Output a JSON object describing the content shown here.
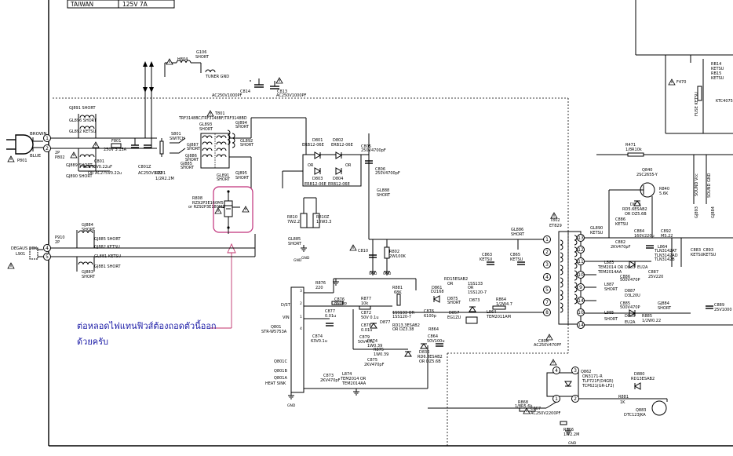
{
  "title_table": {
    "cells": [
      "TAIWAN",
      "125V 7A"
    ]
  },
  "components": [
    {
      "id": "brown",
      "text": "BROWN"
    },
    {
      "id": "blue",
      "text": "BLUE"
    },
    {
      "id": "p801",
      "text": "P801"
    },
    {
      "id": "p802",
      "text": "P802"
    },
    {
      "id": "p802_sub",
      "text": "2P"
    },
    {
      "id": "gj891",
      "text": "GJ891 SHORT"
    },
    {
      "id": "gl896",
      "text": "GL896 SHORT"
    },
    {
      "id": "gl892",
      "text": "GL892 KETSU"
    },
    {
      "id": "gj889",
      "text": "GJ889 SHORT"
    },
    {
      "id": "gj890",
      "text": "GJ890 SHORT"
    },
    {
      "id": "f801",
      "text": "F801"
    },
    {
      "id": "f801_val",
      "text": "250V 3.15A"
    },
    {
      "id": "c801",
      "text": "C801"
    },
    {
      "id": "c801_val",
      "text": "AC275V0.22uF"
    },
    {
      "id": "c801_or",
      "text": "OR AC275V0.22u"
    },
    {
      "id": "c801z",
      "text": "C801Z"
    },
    {
      "id": "c801z_val",
      "text": "AC250V0.22"
    },
    {
      "id": "r801",
      "text": "R801"
    },
    {
      "id": "r801_val",
      "text": "1/2R2.2M"
    },
    {
      "id": "h804",
      "text": "H804"
    },
    {
      "id": "g106",
      "text": "G106"
    },
    {
      "id": "g106_short",
      "text": "SHORT"
    },
    {
      "id": "tuner_gnd",
      "text": "TUNER GND"
    },
    {
      "id": "c814",
      "text": "C814"
    },
    {
      "id": "c814_val",
      "text": "AC250V1000PF"
    },
    {
      "id": "c813",
      "text": "C813"
    },
    {
      "id": "c813_val",
      "text": "AC250V1000PF"
    },
    {
      "id": "t801",
      "text": "T801"
    },
    {
      "id": "t801_val",
      "text": "TRF3148BC/TRF3148BF/TRF3148BD"
    },
    {
      "id": "gl893",
      "text": "GL893"
    },
    {
      "id": "gl893_short",
      "text": "SHORT"
    },
    {
      "id": "s801",
      "text": "S801"
    },
    {
      "id": "s801_sw",
      "text": "SWITCH"
    },
    {
      "id": "gj887",
      "text": "GJ887"
    },
    {
      "id": "gj887_short",
      "text": "SHORT"
    },
    {
      "id": "gj886",
      "text": "GJ886"
    },
    {
      "id": "gj886_short",
      "text": "SHORT"
    },
    {
      "id": "gj885",
      "text": "GJ885"
    },
    {
      "id": "gj885_short",
      "text": "SHORT"
    },
    {
      "id": "gj894",
      "text": "GJ894"
    },
    {
      "id": "gj894_short",
      "text": "SHORT"
    },
    {
      "id": "gl892b",
      "text": "GL892"
    },
    {
      "id": "gl892b_short",
      "text": "SHORT"
    },
    {
      "id": "gl891",
      "text": "GL891"
    },
    {
      "id": "gl891_short",
      "text": "SHORT"
    },
    {
      "id": "gj895",
      "text": "GJ895"
    },
    {
      "id": "gj895_short",
      "text": "SHORT"
    },
    {
      "id": "r808",
      "text": "R808"
    },
    {
      "id": "r808_val",
      "text": "RZ92P3E160M5"
    },
    {
      "id": "r808_or",
      "text": "or RZ92P3E180M3"
    },
    {
      "id": "d801",
      "text": "D801"
    },
    {
      "id": "d801_val",
      "text": "ERB12-06E"
    },
    {
      "id": "d802",
      "text": "D802"
    },
    {
      "id": "d802_val",
      "text": "ERB12-06E"
    },
    {
      "id": "d803",
      "text": "D803"
    },
    {
      "id": "d803_val",
      "text": "ERB12-06E"
    },
    {
      "id": "d804",
      "text": "D804"
    },
    {
      "id": "d804_val",
      "text": "ERB12-06E"
    },
    {
      "id": "or_a",
      "text": "OR"
    },
    {
      "id": "or_b",
      "text": "OR"
    },
    {
      "id": "c805",
      "text": "C805"
    },
    {
      "id": "c805_val",
      "text": "250V4700pF"
    },
    {
      "id": "c806",
      "text": "C806"
    },
    {
      "id": "c806_val",
      "text": "250V4700pF"
    },
    {
      "id": "gl888",
      "text": "GL888"
    },
    {
      "id": "gl888_short",
      "text": "SHORT"
    },
    {
      "id": "r810",
      "text": "R810"
    },
    {
      "id": "r810_val",
      "text": "7W2.2"
    },
    {
      "id": "r810z",
      "text": "R810Z"
    },
    {
      "id": "r810z_val",
      "text": "10W3.3"
    },
    {
      "id": "gl885",
      "text": "GL885"
    },
    {
      "id": "gl885_short",
      "text": "SHORT"
    },
    {
      "id": "c810",
      "text": "C810"
    },
    {
      "id": "r802",
      "text": "R802"
    },
    {
      "id": "r802_val",
      "text": "2W100K"
    },
    {
      "id": "p910",
      "text": "P910"
    },
    {
      "id": "p910_sub",
      "text": "2P"
    },
    {
      "id": "degaus",
      "text": "DEGAUS COIL"
    },
    {
      "id": "l901",
      "text": "L901"
    },
    {
      "id": "gj884",
      "text": "GJ884"
    },
    {
      "id": "gj884_short",
      "text": "SHORT"
    },
    {
      "id": "gj885r",
      "text": "GJ885 SHORT"
    },
    {
      "id": "gj882",
      "text": "GJ882 KETSU"
    },
    {
      "id": "gl881",
      "text": "GL881 KETSU"
    },
    {
      "id": "gj883",
      "text": "GJ883"
    },
    {
      "id": "gj883_short",
      "text": "SHORT"
    },
    {
      "id": "gj881",
      "text": "GJ881 SHORT"
    },
    {
      "id": "r876",
      "text": "R876"
    },
    {
      "id": "r876_val",
      "text": "220"
    },
    {
      "id": "c876",
      "text": "C876"
    },
    {
      "id": "c876_val",
      "text": "8600p"
    },
    {
      "id": "r877",
      "text": "R877"
    },
    {
      "id": "r877_val",
      "text": "10k"
    },
    {
      "id": "c872",
      "text": "C872"
    },
    {
      "id": "c872_val",
      "text": "50V 0.1u"
    },
    {
      "id": "r881",
      "text": "R881"
    },
    {
      "id": "r881_val",
      "text": "68K"
    },
    {
      "id": "d861",
      "text": "D861"
    },
    {
      "id": "d861_val",
      "text": "D2168"
    },
    {
      "id": "rd15",
      "text": "RD15ESAB2"
    },
    {
      "id": "rd15_or",
      "text": "OR"
    },
    {
      "id": "d875",
      "text": "D875"
    },
    {
      "id": "d875_short",
      "text": "SHORT"
    },
    {
      "id": "d873",
      "text": "D873"
    },
    {
      "id": "r864",
      "text": "R864"
    },
    {
      "id": "r864_val",
      "text": "1/2W4.7"
    },
    {
      "id": "d833",
      "text": "1SS133"
    },
    {
      "id": "d833_or",
      "text": "OR"
    },
    {
      "id": "d833_val",
      "text": "1SS120-7"
    },
    {
      "id": "q801",
      "text": "Q801"
    },
    {
      "id": "q801_val",
      "text": "STR-W5753A"
    },
    {
      "id": "c877",
      "text": "C877"
    },
    {
      "id": "c877_val",
      "text": "0.01u"
    },
    {
      "id": "d877",
      "text": "D877"
    },
    {
      "id": "c878",
      "text": "C878"
    },
    {
      "id": "c878_val",
      "text": "0.01u"
    },
    {
      "id": "c879",
      "text": "C879"
    },
    {
      "id": "c879_val",
      "text": "50V4.7u"
    },
    {
      "id": "d835",
      "text": "1SS133 OR"
    },
    {
      "id": "d835_val",
      "text": "1SS120-7"
    },
    {
      "id": "c876b",
      "text": "C876"
    },
    {
      "id": "c876b_val",
      "text": "6100p"
    },
    {
      "id": "d876",
      "text": "D876"
    },
    {
      "id": "rd13",
      "text": "RD13.3ESAB2"
    },
    {
      "id": "rd13_val",
      "text": "OR DZ3.38"
    },
    {
      "id": "d857",
      "text": "D857"
    },
    {
      "id": "d857_val",
      "text": "EG1ZU"
    },
    {
      "id": "r864b",
      "text": "R864"
    },
    {
      "id": "c864",
      "text": "C864"
    },
    {
      "id": "c864_val",
      "text": "50V100u"
    },
    {
      "id": "l864",
      "text": "L864"
    },
    {
      "id": "l864_val",
      "text": "TEM2011AM"
    },
    {
      "id": "c874",
      "text": "C874"
    },
    {
      "id": "c874_val",
      "text": "63V0.1u"
    },
    {
      "id": "r874",
      "text": "R874"
    },
    {
      "id": "r874_val",
      "text": "1W0.39"
    },
    {
      "id": "r875",
      "text": "R875"
    },
    {
      "id": "r875_val",
      "text": "1W0.39"
    },
    {
      "id": "c875",
      "text": "C875"
    },
    {
      "id": "c875_val",
      "text": "2KV470pF"
    },
    {
      "id": "d836",
      "text": "D836"
    },
    {
      "id": "d836_val",
      "text": "RD6.8ESAB2"
    },
    {
      "id": "d836_or",
      "text": "OR DZ5.6B"
    },
    {
      "id": "c873",
      "text": "C873"
    },
    {
      "id": "c873_val",
      "text": "2KV470pF"
    },
    {
      "id": "l874",
      "text": "L874"
    },
    {
      "id": "l874_val",
      "text": "TEM2014 OR"
    },
    {
      "id": "l874_val2",
      "text": "TEM2014AA"
    },
    {
      "id": "q801c",
      "text": "Q801C"
    },
    {
      "id": "q801b",
      "text": "Q801B"
    },
    {
      "id": "q801a",
      "text": "Q801A"
    },
    {
      "id": "heatsink",
      "text": "HEAT SINK"
    },
    {
      "id": "gl886",
      "text": "GL886"
    },
    {
      "id": "gl886_short",
      "text": "SHORT"
    },
    {
      "id": "c863",
      "text": "C863"
    },
    {
      "id": "c863_val",
      "text": "KETSU"
    },
    {
      "id": "c865",
      "text": "C865"
    },
    {
      "id": "c865_val",
      "text": "KETSU"
    },
    {
      "id": "t802",
      "text": "T802"
    },
    {
      "id": "t802_val",
      "text": "ET829"
    },
    {
      "id": "c808",
      "text": "C808"
    },
    {
      "id": "c808_val",
      "text": "AC250V470PF"
    },
    {
      "id": "gl890",
      "text": "GL890"
    },
    {
      "id": "gl890_val",
      "text": "KETSU"
    },
    {
      "id": "c882",
      "text": "C882"
    },
    {
      "id": "c882_val",
      "text": "2KV470pF"
    },
    {
      "id": "l883",
      "text": "L883"
    },
    {
      "id": "l883_val",
      "text": "TEM2014 OR"
    },
    {
      "id": "l883_val2",
      "text": "TEM2014AA"
    },
    {
      "id": "d883",
      "text": "D883"
    },
    {
      "id": "d883_val",
      "text": "EU2A"
    },
    {
      "id": "c886",
      "text": "C886"
    },
    {
      "id": "c886_val",
      "text": "500V470P"
    },
    {
      "id": "l887",
      "text": "L887"
    },
    {
      "id": "l887_val",
      "text": "SHORT"
    },
    {
      "id": "d887",
      "text": "D887"
    },
    {
      "id": "d887_val",
      "text": "D3L20U"
    },
    {
      "id": "c887",
      "text": "C887"
    },
    {
      "id": "c887_val",
      "text": "25V220"
    },
    {
      "id": "c885",
      "text": "C885"
    },
    {
      "id": "c885_val",
      "text": "500V470P"
    },
    {
      "id": "l885",
      "text": "L885"
    },
    {
      "id": "l885_val",
      "text": "SHORT"
    },
    {
      "id": "d885",
      "text": "D885"
    },
    {
      "id": "d885_val",
      "text": "EU2A"
    },
    {
      "id": "r885",
      "text": "R885"
    },
    {
      "id": "r885_val",
      "text": "1/2W0.22"
    },
    {
      "id": "gj884b",
      "text": "GJ884"
    },
    {
      "id": "gj884b_short",
      "text": "SHORT"
    },
    {
      "id": "c889",
      "text": "C889"
    },
    {
      "id": "c889_val",
      "text": "25V1000"
    },
    {
      "id": "c884",
      "text": "C884"
    },
    {
      "id": "c884_val",
      "text": "160V220u"
    },
    {
      "id": "c892",
      "text": "C892"
    },
    {
      "id": "c892_val",
      "text": "MS.22"
    },
    {
      "id": "l864r",
      "text": "L864"
    },
    {
      "id": "l864r_a",
      "text": "TLN3142AT"
    },
    {
      "id": "l864r_b",
      "text": "TLN3142AD"
    },
    {
      "id": "l864r_c",
      "text": "TLN3142B"
    },
    {
      "id": "c883",
      "text": "C883"
    },
    {
      "id": "c883_val",
      "text": "KETSU"
    },
    {
      "id": "c893",
      "text": "C893"
    },
    {
      "id": "c893_val",
      "text": "KETSU"
    },
    {
      "id": "r471",
      "text": "R471"
    },
    {
      "id": "r471_val",
      "text": "1/8R10k"
    },
    {
      "id": "q840",
      "text": "Q840"
    },
    {
      "id": "q840_val",
      "text": "2SC2655-Y"
    },
    {
      "id": "r840",
      "text": "R840"
    },
    {
      "id": "r840_val",
      "text": "5.6K"
    },
    {
      "id": "d840",
      "text": "D840"
    },
    {
      "id": "d840_val",
      "text": "RD5.6ESAB2"
    },
    {
      "id": "d840_or",
      "text": "OR DZ5.6B"
    },
    {
      "id": "c886b",
      "text": "C886"
    },
    {
      "id": "c886b_val",
      "text": "KETSU"
    },
    {
      "id": "rb14",
      "text": "RB14"
    },
    {
      "id": "rb14_val",
      "text": "KETSU"
    },
    {
      "id": "rb15",
      "text": "RB15"
    },
    {
      "id": "rb15_val",
      "text": "KETSU"
    },
    {
      "id": "f470",
      "text": "F470"
    },
    {
      "id": "fuse_ketsu",
      "text": "FUSE KETSU"
    },
    {
      "id": "ktc",
      "text": "KTC4075"
    },
    {
      "id": "sound_vcc",
      "text": "SOUND Vcc"
    },
    {
      "id": "sound_gnd",
      "text": "SOUND GND"
    },
    {
      "id": "gj893",
      "text": "GJ893"
    },
    {
      "id": "gj893_short",
      "text": "SHORT"
    },
    {
      "id": "gj884c",
      "text": "GJ884"
    },
    {
      "id": "gj884c_short",
      "text": "SHORT"
    },
    {
      "id": "q862",
      "text": "Q862"
    },
    {
      "id": "q862_val",
      "text": "ON3171-R"
    },
    {
      "id": "q862_or",
      "text": "TLP721F(D4GR)"
    },
    {
      "id": "q862_or2",
      "text": "TCP621(GR-LF2)"
    },
    {
      "id": "d880",
      "text": "D880"
    },
    {
      "id": "d880_val",
      "text": "RD13ESAB2"
    },
    {
      "id": "r868",
      "text": "R868"
    },
    {
      "id": "r868_val",
      "text": "1/8R5.6k"
    },
    {
      "id": "c867",
      "text": "C867"
    },
    {
      "id": "c867_val",
      "text": "AC250V2200PF"
    },
    {
      "id": "r866",
      "text": "R866"
    },
    {
      "id": "r866_val",
      "text": "1W2.2M"
    },
    {
      "id": "r881b",
      "text": "R881"
    },
    {
      "id": "r881b_val",
      "text": "1K"
    },
    {
      "id": "q883",
      "text": "Q883"
    },
    {
      "id": "q883_val",
      "text": "DTC123JKA"
    },
    {
      "id": "n1",
      "text": "1"
    },
    {
      "id": "n2",
      "text": "2"
    },
    {
      "id": "n3",
      "text": "3"
    },
    {
      "id": "n4",
      "text": "4"
    },
    {
      "id": "n5",
      "text": "5"
    },
    {
      "id": "t1",
      "text": "1"
    },
    {
      "id": "t2",
      "text": "2"
    },
    {
      "id": "t3",
      "text": "3"
    },
    {
      "id": "t4",
      "text": "4"
    },
    {
      "id": "t5",
      "text": "5"
    },
    {
      "id": "t7",
      "text": "7"
    },
    {
      "id": "t8",
      "text": "8"
    },
    {
      "id": "t9",
      "text": "9"
    },
    {
      "id": "t10",
      "text": "10"
    },
    {
      "id": "t11",
      "text": "11"
    },
    {
      "id": "t12",
      "text": "12"
    },
    {
      "id": "t13",
      "text": "13"
    },
    {
      "id": "t14",
      "text": "14"
    },
    {
      "id": "qa4",
      "text": "4"
    },
    {
      "id": "qa3",
      "text": "3"
    },
    {
      "id": "qa1",
      "text": "1"
    },
    {
      "id": "qa2",
      "text": "2"
    },
    {
      "id": "pin3",
      "text": "3"
    },
    {
      "id": "pin2",
      "text": "2"
    },
    {
      "id": "pin1",
      "text": "1"
    },
    {
      "id": "pin4",
      "text": "4"
    },
    {
      "id": "pin5",
      "text": "5"
    },
    {
      "id": "pin_drain",
      "text": "D/ST"
    },
    {
      "id": "pin_vin",
      "text": "VIN"
    },
    {
      "id": "pin_gnd",
      "text": "GND"
    },
    {
      "id": "gnd1",
      "text": "GND"
    },
    {
      "id": "gnd2",
      "text": "GND"
    },
    {
      "id": "gnd3",
      "text": "GND"
    },
    {
      "id": "gnd4",
      "text": "GND"
    },
    {
      "id": "gnd5",
      "text": "GND"
    },
    {
      "id": "gnd6",
      "text": "GND"
    }
  ],
  "annotation": {
    "line1": "ต่อหลอดไฟแทนฟิวส์ต้องถอดตัวนี้ออก",
    "line2": "ด้วยครับ"
  },
  "colors": {
    "ink": "#000000",
    "highlight": "#c0307a",
    "annotation": "#1a1aa6",
    "arrow": "#c0306a"
  }
}
